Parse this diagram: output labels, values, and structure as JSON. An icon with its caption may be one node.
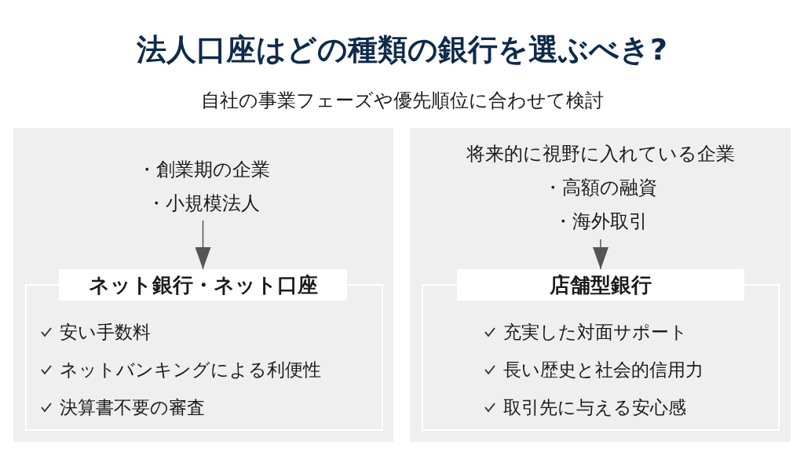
{
  "diagram": {
    "title": "法人口座はどの種類の銀行を選ぶべき?",
    "nodes": [
      {
        "text": [],
        "shape": "box"
      },
      {
        "text": [
          "・創業期の企業",
          "・小規模法人"
        ],
        "in": 0
      },
      {
        "text": [
          "ネット銀行・ネット口座"
        ],
        "in": 0
      },
      {
        "text": [
          "安い手数料",
          "ネットバンキングによる利便性",
          "決算書不要の審査"
        ],
        "in": 0
      },
      {
        "text": [],
        "shape": "box"
      },
      {
        "text": [
          "将来的に視野に入れている企業",
          "・高額の融資",
          "・海外取引"
        ],
        "in": 4
      },
      {
        "text": [
          "店舗型銀行"
        ],
        "in": 4
      },
      {
        "text": [
          "充実した対面サポート",
          "長い歴史と社会的信用力",
          "取引先に与える安心感"
        ],
        "in": 4
      }
    ],
    "edges": [
      {
        "from": 1,
        "to": 2,
        "arrow": "to"
      },
      {
        "from": 5,
        "to": 6,
        "arrow": "to"
      }
    ],
    "labels": [
      "自社の事業フェーズや優先順位に合わせて検討"
    ]
  }
}
